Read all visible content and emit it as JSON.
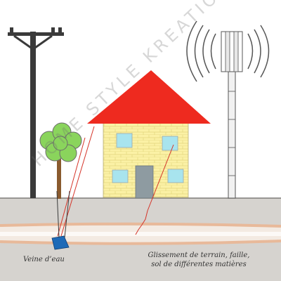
{
  "captions": {
    "water_vein": "Veine d’eau",
    "landslide_line1": "Glissement de terrain, faille,",
    "landslide_line2": "sol de différentes matières"
  },
  "watermark": "HOME STYLE KREATION",
  "colors": {
    "sky": "#ffffff",
    "ground": "#d6d3cf",
    "ground_line": "#7f7c79",
    "layer": "#e8b99a",
    "layer_light": "#f3eae2",
    "roof": "#ee2a1f",
    "wall": "#fbf1a5",
    "window": "#a8e4ee",
    "door": "#8e9ba1",
    "tree": "#8ad45c",
    "water": "#1e6ab7",
    "ray": "#d5352a",
    "pole": "#3a3a3a",
    "tower": "#f1f1f1"
  },
  "icons": [
    "power-pole-icon",
    "tree-icon",
    "house-icon",
    "cell-tower-icon",
    "water-vein-icon"
  ]
}
